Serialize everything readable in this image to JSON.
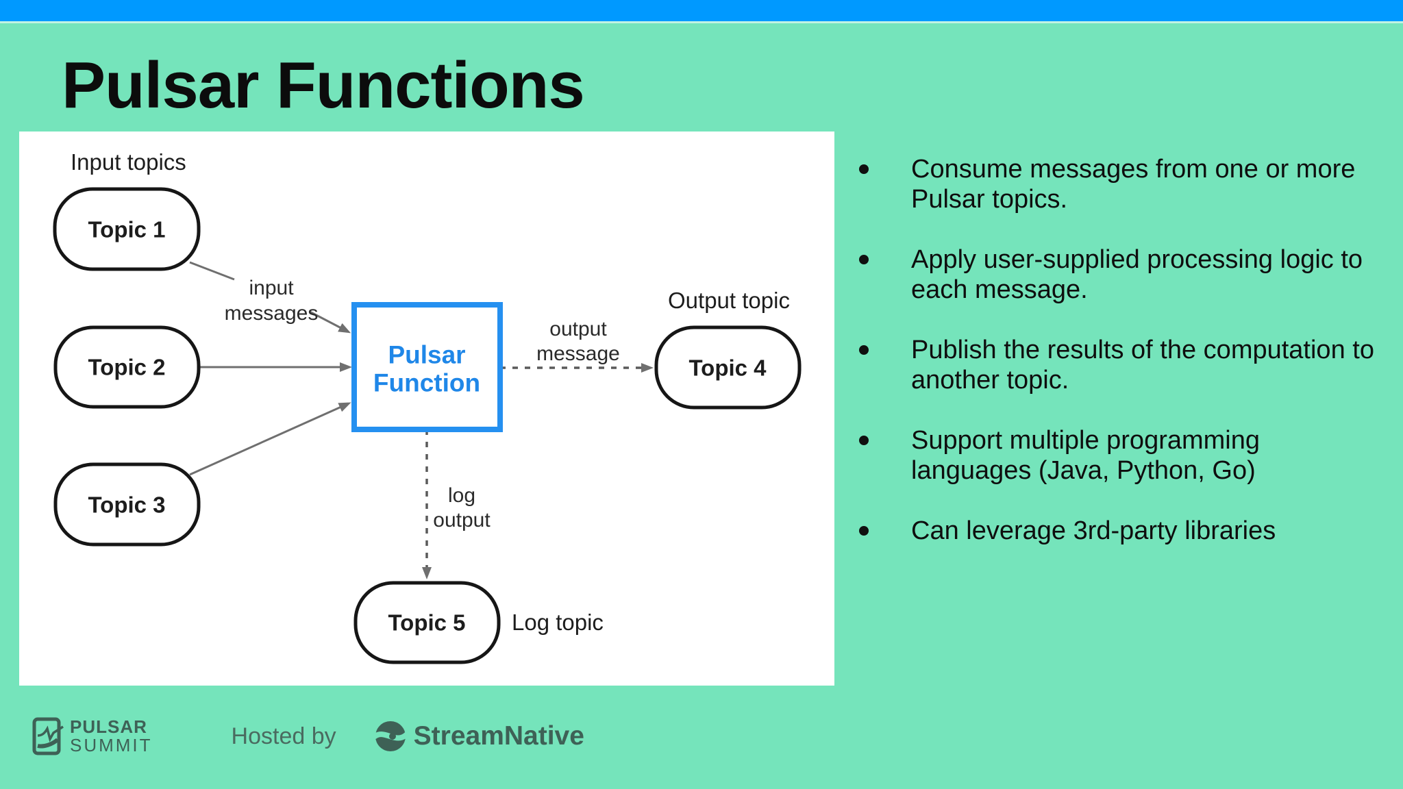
{
  "slide": {
    "title": "Pulsar Functions",
    "top_bar_color": "#0099ff",
    "background_color": "#75e4bb",
    "accent_blue": "#2590f0"
  },
  "diagram": {
    "input_topics_label": "Input topics",
    "output_topic_label": "Output topic",
    "log_topic_label": "Log topic",
    "topics": [
      {
        "label": "Topic 1"
      },
      {
        "label": "Topic 2"
      },
      {
        "label": "Topic 3"
      },
      {
        "label": "Topic 4"
      },
      {
        "label": "Topic 5"
      }
    ],
    "function_box": {
      "line1": "Pulsar",
      "line2": "Function"
    },
    "edge_labels": {
      "input_messages": [
        "input",
        "messages"
      ],
      "output_message": [
        "output",
        "message"
      ],
      "log_output": [
        "log",
        "output"
      ]
    }
  },
  "bullets": [
    "Consume messages from one or more Pulsar topics.",
    "Apply user-supplied processing logic to each message.",
    "Publish the results of the computation to another topic.",
    "Support multiple programming languages (Java, Python, Go)",
    "Can leverage 3rd-party libraries"
  ],
  "footer": {
    "pulsar_summit": {
      "line1": "PULSAR",
      "line2": "SUMMIT"
    },
    "hosted_by": "Hosted by",
    "streamnative": "StreamNative"
  }
}
